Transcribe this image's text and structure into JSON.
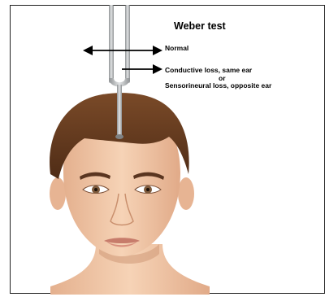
{
  "diagram": {
    "title": "Weber test",
    "labels": {
      "normal": "Normal",
      "conductive": "Conductive loss, same ear",
      "or": "or",
      "sensorineural": "Sensorineural loss, opposite ear"
    }
  },
  "colors": {
    "skin": "#f2c9a8",
    "skin_shadow": "#d9a583",
    "hair": "#6b3f22",
    "fork": "#a9acae",
    "arrow": "#000000",
    "frame": "#222222"
  }
}
